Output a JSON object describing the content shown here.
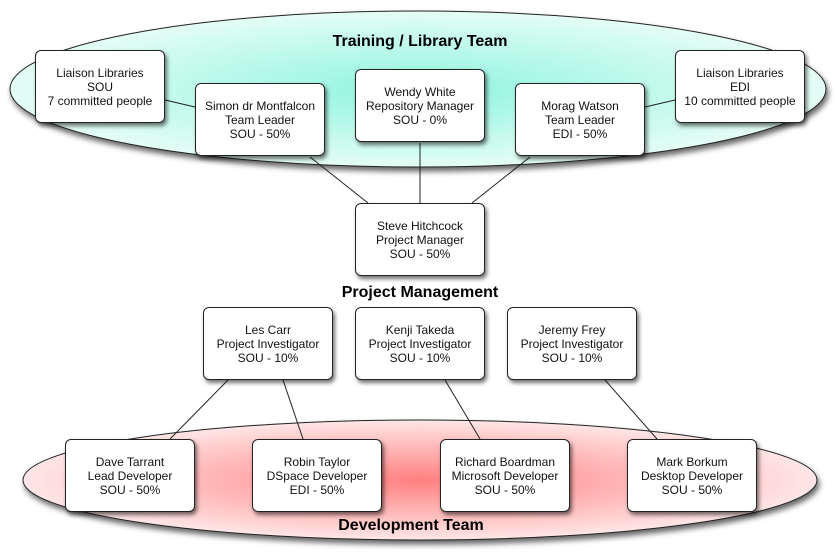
{
  "groups": {
    "training": {
      "label": "Training / Library Team",
      "color": "#8ff5dc"
    },
    "management": {
      "label": "Project Management"
    },
    "development": {
      "label": "Development Team",
      "color": "#ff8080"
    }
  },
  "nodes": [
    {
      "id": "liaison-sou",
      "lines": [
        "Liaison Libraries",
        "SOU",
        "7 committed people"
      ]
    },
    {
      "id": "simon",
      "lines": [
        "Simon dr Montfalcon",
        "Team Leader",
        "SOU - 50%"
      ]
    },
    {
      "id": "wendy",
      "lines": [
        "Wendy White",
        "Repository Manager",
        "SOU - 0%"
      ]
    },
    {
      "id": "morag",
      "lines": [
        "Morag Watson",
        "Team Leader",
        "EDI - 50%"
      ]
    },
    {
      "id": "liaison-edi",
      "lines": [
        "Liaison Libraries",
        "EDI",
        "10 committed people"
      ]
    },
    {
      "id": "steve",
      "lines": [
        "Steve Hitchcock",
        "Project Manager",
        "SOU - 50%"
      ]
    },
    {
      "id": "les",
      "lines": [
        "Les Carr",
        "Project Investigator",
        "SOU - 10%"
      ]
    },
    {
      "id": "kenji",
      "lines": [
        "Kenji Takeda",
        "Project Investigator",
        "SOU - 10%"
      ]
    },
    {
      "id": "jeremy",
      "lines": [
        "Jeremy Frey",
        "Project Investigator",
        "SOU - 10%"
      ]
    },
    {
      "id": "dave",
      "lines": [
        "Dave Tarrant",
        "Lead Developer",
        "SOU - 50%"
      ]
    },
    {
      "id": "robin",
      "lines": [
        "Robin Taylor",
        "DSpace Developer",
        "EDI - 50%"
      ]
    },
    {
      "id": "richard",
      "lines": [
        "Richard Boardman",
        "Microsoft Developer",
        "SOU - 50%"
      ]
    },
    {
      "id": "mark",
      "lines": [
        "Mark Borkum",
        "Desktop Developer",
        "SOU - 50%"
      ]
    }
  ],
  "edges": [
    [
      "liaison-sou",
      "simon"
    ],
    [
      "simon",
      "steve"
    ],
    [
      "wendy",
      "steve"
    ],
    [
      "morag",
      "steve"
    ],
    [
      "liaison-edi",
      "morag"
    ],
    [
      "les",
      "dave"
    ],
    [
      "les",
      "robin"
    ],
    [
      "kenji",
      "richard"
    ],
    [
      "jeremy",
      "mark"
    ]
  ]
}
